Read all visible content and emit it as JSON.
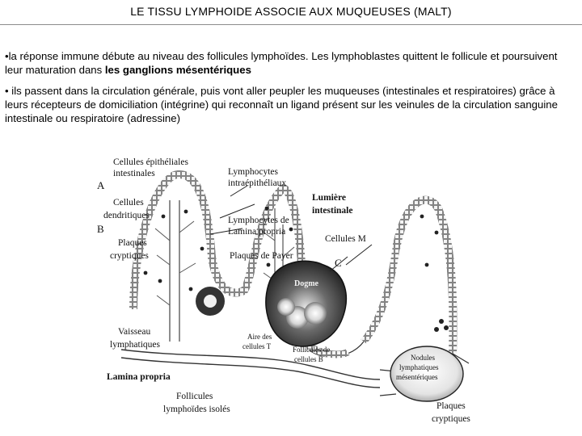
{
  "slide": {
    "title": "LE TISSU LYMPHOIDE ASSOCIE AUX MUQUEUSES (MALT)",
    "bullet1": {
      "lead": "•la réponse immune débute au niveau des follicules lymphoïdes. Les lymphoblastes quittent le follicule et poursuivent leur maturation dans ",
      "bold": "les ganglions mésentériques"
    },
    "bullet2": {
      "text": "• ils passent dans la circulation générale, puis vont aller peupler les muqueuses (intestinales et respiratoires) grâce à leurs récepteurs de domiciliation (intégrine) qui reconnaît un ligand présent sur les veinules de la circulation sanguine intestinale ou respiratoire (adressine)"
    }
  },
  "figure": {
    "labels": {
      "cellules_epitheliales_1": "Cellules épithéliales",
      "cellules_epitheliales_2": "intestinales",
      "letter_a": "A",
      "cellules_dendritiques_1": "Cellules",
      "cellules_dendritiques_2": "dendritiques",
      "letter_b": "B",
      "plaques_cryptiques_1": "Plaques",
      "plaques_cryptiques_2": "cryptiques",
      "lymphocytes_intraepitheliaux_1": "Lymphocytes",
      "lymphocytes_intraepitheliaux_2": "intraépithéliaux",
      "lymphocytes_lamina_1": "Lymphocytes de",
      "lymphocytes_lamina_2": "Lamina propria",
      "plaques_de_payer": "Plaques de Payer",
      "lumiere_1": "Lumière",
      "lumiere_2": "intestinale",
      "cellules_m": "Cellules M",
      "letter_c": "C",
      "dogme": "Dogme",
      "aire_cellules_t_1": "Aire des",
      "aire_cellules_t_2": "cellules T",
      "follicules_b_1": "Follicules de",
      "follicules_b_2": "cellules B",
      "nodules_1": "Nodules",
      "nodules_2": "lymphatiques",
      "nodules_3": "mésentériques",
      "vaisseau_1": "Vaisseau",
      "vaisseau_2": "lymphatiques",
      "lamina_propria": "Lamina propria",
      "follicules_isoles_1": "Follicules",
      "follicules_isoles_2": "lymphoïdes isolés",
      "plaques_cryptiques_bottom_1": "Plaques",
      "plaques_cryptiques_bottom_2": "cryptiques"
    }
  }
}
